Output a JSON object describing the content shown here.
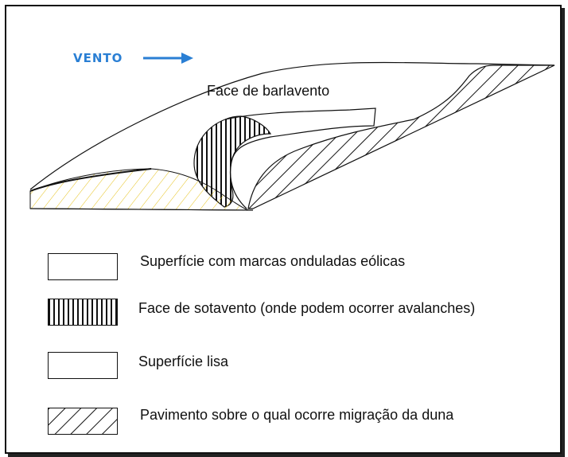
{
  "wind": {
    "label": "VENTO",
    "color": "#2a7fd4",
    "arrow_icon": "arrow-right-icon"
  },
  "dune_labels": {
    "windward_face": "Face de barlavento"
  },
  "legend": [
    {
      "id": "rippled",
      "pattern": "blank",
      "text": "Superfície com marcas onduladas eólicas"
    },
    {
      "id": "leeward",
      "pattern": "vertical-hatch",
      "text": "Face de sotavento (onde podem ocorrer avalanches)"
    },
    {
      "id": "smooth",
      "pattern": "blank",
      "text": "Superfície lisa"
    },
    {
      "id": "pavement",
      "pattern": "diagonal-hatch",
      "text": "Pavimento sobre o qual ocorre migração da duna"
    }
  ],
  "colors": {
    "outline": "#111111",
    "yellow_hatch": "#e6c21a",
    "wind_blue": "#2a7fd4"
  }
}
